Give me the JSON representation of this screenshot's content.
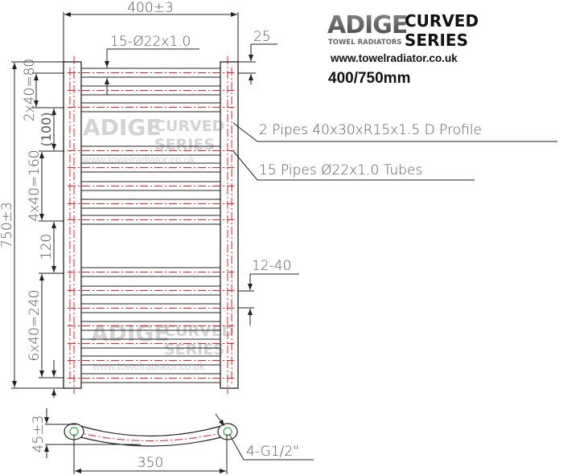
{
  "brand": {
    "logo_word": "ADIGE",
    "logo_sub": "TOWEL RADIATORS",
    "series_line1": "CURVED",
    "series_line2": "SERIES",
    "website": "www.towelradiator.co.uk",
    "size": "400/750mm"
  },
  "dimensions": {
    "width": "400±3",
    "height": "750±3",
    "tube_spec": "15-Ø22x1.0",
    "top_offset": "25",
    "group1": "2x40=80",
    "gap1": "(100)",
    "group2": "4x40=160",
    "gap2": "120",
    "group3": "6x40=240",
    "pitch_note": "12-40",
    "depth": "45±3",
    "centres": "350",
    "connections": "4-G1/2\""
  },
  "callouts": {
    "pipes": "2 Pipes 40x30xR15x1.5 D Profile",
    "tubes": "15 Pipes Ø22x1.0 Tubes"
  },
  "tube_count": 15,
  "colors": {
    "outline": "#222222",
    "centerline": "#e8202a",
    "dim": "#555555",
    "watermark": "#c8c8c8"
  }
}
